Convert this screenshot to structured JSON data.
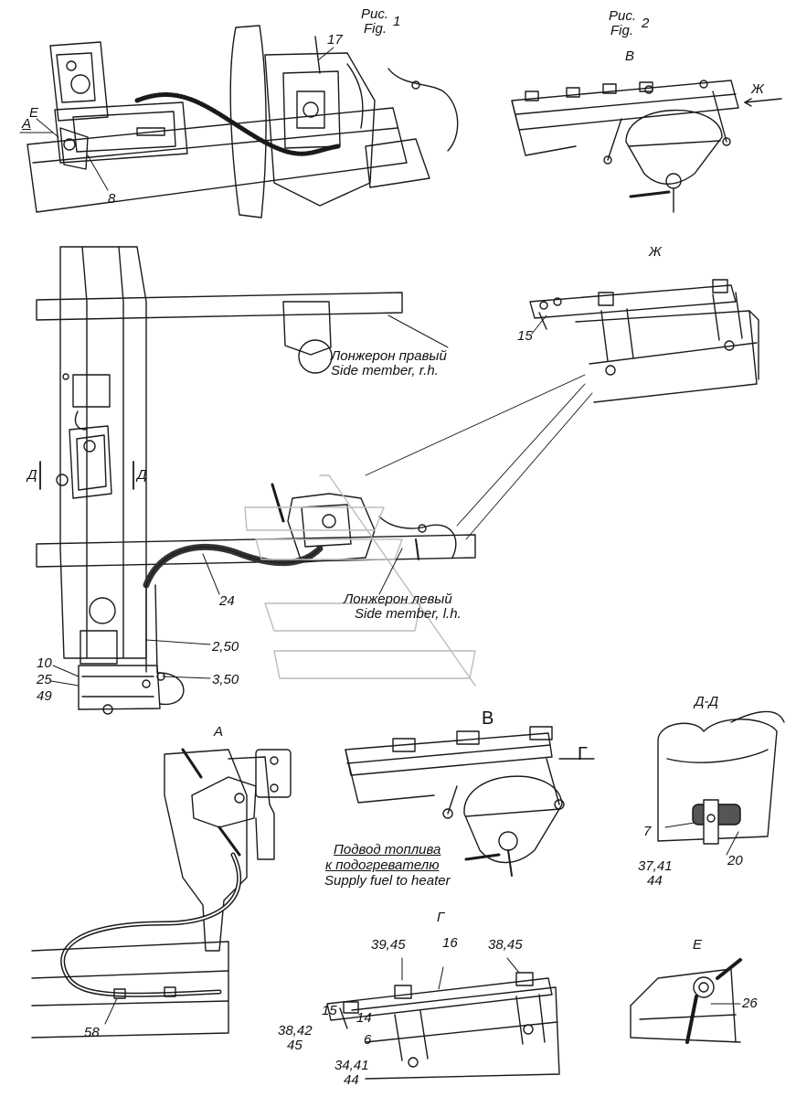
{
  "figure_titles": {
    "fig1_ru": "Рис.",
    "fig1_en": "Fig.",
    "fig1_num": "1",
    "fig2_ru": "Рис.",
    "fig2_en": "Fig.",
    "fig2_num": "2"
  },
  "view_letters": {
    "top_A": "A",
    "top_E": "E",
    "fig2_B": "В",
    "fig2_Zh": "Ж",
    "zh_title": "Ж",
    "d_left": "Д",
    "d_right": "Д",
    "detail_A": "A",
    "detail_B": "В",
    "detail_G": "Г",
    "section_DD": "Д-Д",
    "detail_G_title": "Г",
    "detail_E": "E"
  },
  "side_members": {
    "right_ru": "Лонжерон правый",
    "right_en": "Side member, r.h.",
    "left_ru": "Лонжерон левый",
    "left_en": "Side member, l.h."
  },
  "fuel_note": {
    "line1": "Подвод топлива",
    "line2": "к подогревателю",
    "line3": "Supply fuel to heater"
  },
  "callouts": {
    "c8": "8",
    "c17": "17",
    "c15_zh": "15",
    "c24": "24",
    "c2_50": "2,50",
    "c3_50": "3,50",
    "c10": "10",
    "c25": "25",
    "c49": "49",
    "c58": "58",
    "c7": "7",
    "c20": "20",
    "c37_41": "37,41",
    "c44_dd": "44",
    "c39_45": "39,45",
    "c16": "16",
    "c38_45": "38,45",
    "c15_g": "15",
    "c14": "14",
    "c38_42": "38,42",
    "c45": "45",
    "c6": "6",
    "c34_41": "34,41",
    "c44_g": "44",
    "c26": "26"
  }
}
